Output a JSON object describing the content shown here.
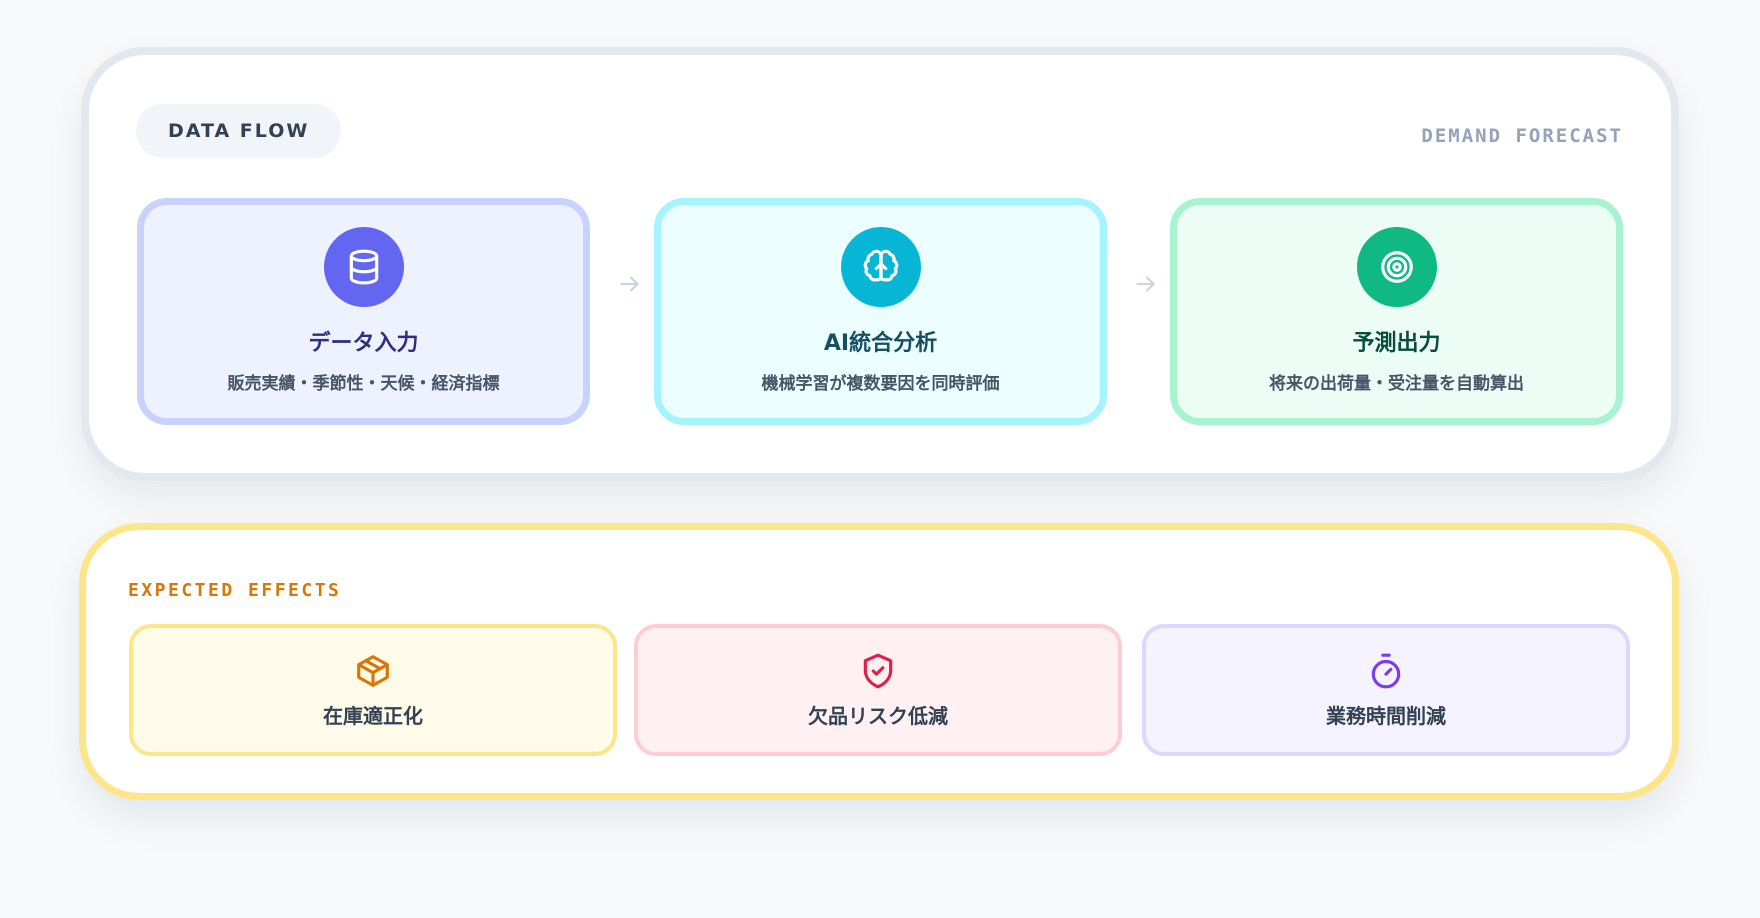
{
  "flow_panel": {
    "badge": "DATA FLOW",
    "tag": "DEMAND FORECAST",
    "steps": [
      {
        "title": "データ入力",
        "subtitle": "販売実績・季節性・天候・経済指標",
        "icon": "database-icon",
        "colors": {
          "bg": "#eef2ff",
          "border": "#c7d2fe",
          "circle": "#6366f1",
          "title": "#312e81"
        }
      },
      {
        "title": "AI統合分析",
        "subtitle": "機械学習が複数要因を同時評価",
        "icon": "brain-icon",
        "colors": {
          "bg": "#ecfeff",
          "border": "#a5f3fc",
          "circle": "#06b6d4",
          "title": "#164e63"
        }
      },
      {
        "title": "予測出力",
        "subtitle": "将来の出荷量・受注量を自動算出",
        "icon": "target-icon",
        "colors": {
          "bg": "#ecfdf5",
          "border": "#a7f3d0",
          "circle": "#10b981",
          "title": "#064e3b"
        }
      }
    ],
    "arrow_icon": "arrow-right-icon",
    "arrow_color": "#cbd5e1"
  },
  "effects_panel": {
    "label": "EXPECTED EFFECTS",
    "label_color": "#d97706",
    "border_color": "#fde68a",
    "items": [
      {
        "label": "在庫適正化",
        "icon": "package-icon",
        "colors": {
          "bg": "#fefce8",
          "border": "#fde68a",
          "icon": "#d97706"
        }
      },
      {
        "label": "欠品リスク低減",
        "icon": "shield-check-icon",
        "colors": {
          "bg": "#fff1f2",
          "border": "#fecdd3",
          "icon": "#e11d48"
        }
      },
      {
        "label": "業務時間削減",
        "icon": "timer-icon",
        "colors": {
          "bg": "#f5f3ff",
          "border": "#ddd6fe",
          "icon": "#7c3aed"
        }
      }
    ]
  }
}
